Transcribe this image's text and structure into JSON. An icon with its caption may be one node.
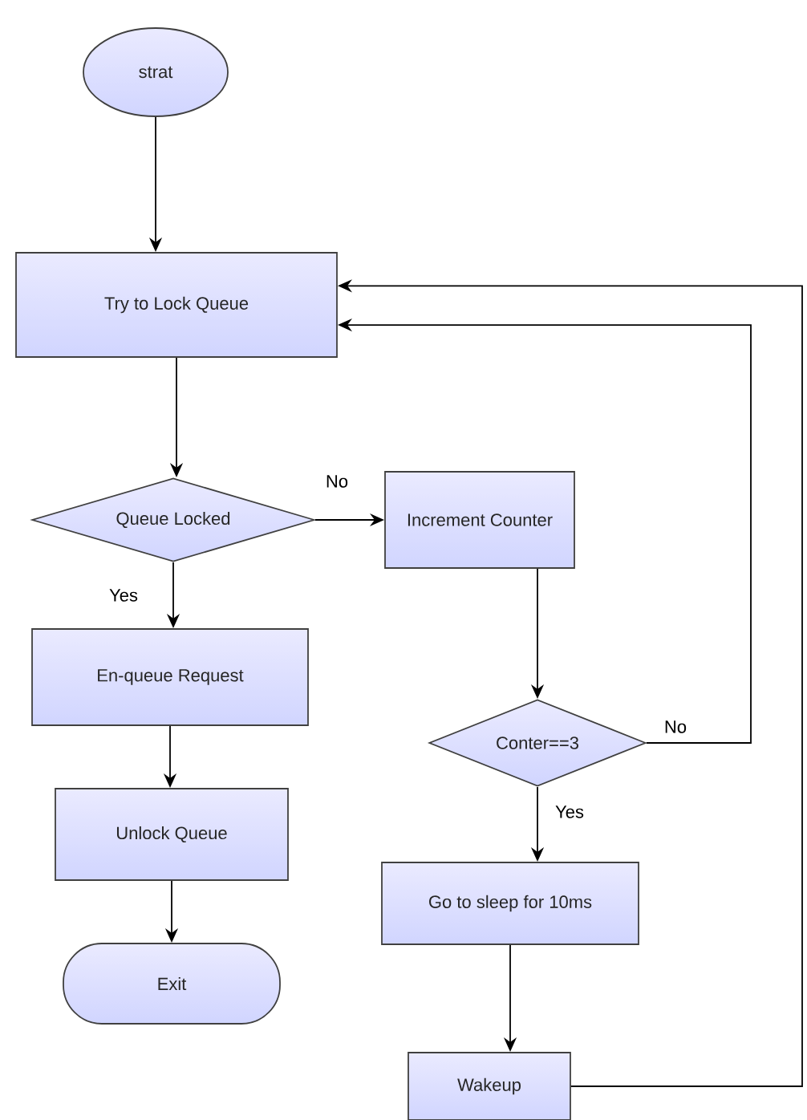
{
  "diagram": {
    "nodes": [
      {
        "text": [
          "strat"
        ]
      },
      {
        "text": [
          "Try to Lock Queue"
        ]
      },
      {
        "text": [
          "Queue Locked"
        ]
      },
      {
        "text": [
          "Increment Counter"
        ]
      },
      {
        "text": [
          "En-queue Request"
        ]
      },
      {
        "text": [
          "Conter==3"
        ]
      },
      {
        "text": [
          "Unlock Queue"
        ]
      },
      {
        "text": [
          "Go to sleep for 10ms"
        ]
      },
      {
        "text": [
          "Exit"
        ]
      },
      {
        "text": [
          "Wakeup"
        ]
      }
    ],
    "edges": [
      {
        "from": 0,
        "to": 1,
        "arrow": "to"
      },
      {
        "from": 1,
        "to": 2,
        "arrow": "to"
      },
      {
        "from": 2,
        "to": 3,
        "arrow": "to",
        "label": "No"
      },
      {
        "from": 2,
        "to": 4,
        "arrow": "to",
        "label": "Yes"
      },
      {
        "from": 3,
        "to": 5,
        "arrow": "to"
      },
      {
        "from": 5,
        "to": 1,
        "arrow": "to",
        "label": "No"
      },
      {
        "from": 5,
        "to": 7,
        "arrow": "to",
        "label": "Yes"
      },
      {
        "from": 4,
        "to": 6,
        "arrow": "to"
      },
      {
        "from": 6,
        "to": 8,
        "arrow": "to"
      },
      {
        "from": 7,
        "to": 9,
        "arrow": "to"
      },
      {
        "from": 9,
        "to": 1,
        "arrow": "to"
      }
    ]
  }
}
